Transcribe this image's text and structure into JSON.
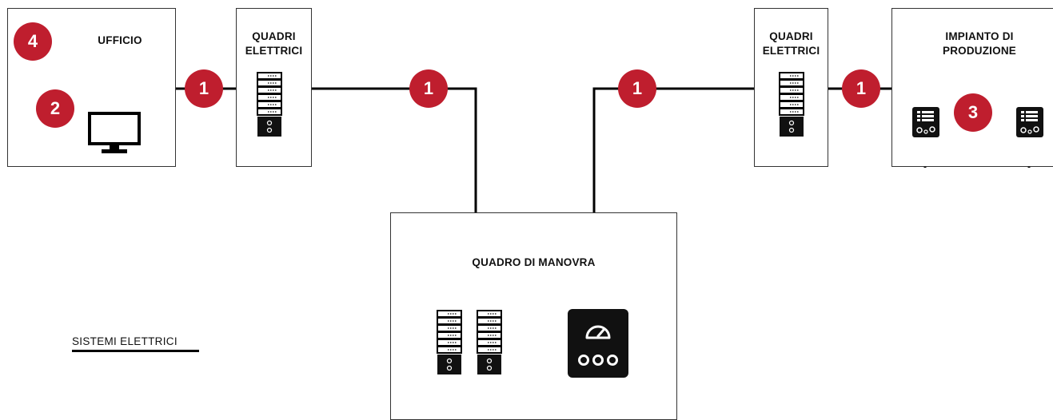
{
  "nodes": {
    "ufficio": {
      "title": "UFFICIO",
      "badge": "4",
      "screen_badge": "2"
    },
    "quadri_left": {
      "title_line1": "QUADRI",
      "title_line2": "ELETTRICI"
    },
    "quadri_right": {
      "title_line1": "QUADRI",
      "title_line2": "ELETTRICI"
    },
    "impianto": {
      "title_line1": "IMPIANTO DI",
      "title_line2": "PRODUZIONE",
      "badge": "3"
    },
    "manovra": {
      "title": "QUADRO DI MANOVRA"
    }
  },
  "connection_badges": [
    "1",
    "1",
    "1",
    "1"
  ],
  "legend": {
    "label": "SISTEMI ELETTRICI"
  },
  "colors": {
    "badge": "#bf1e2e",
    "line": "#000000",
    "border": "#333333"
  },
  "icons": [
    "monitor-icon",
    "server-rack-icon",
    "machine-panel-icon",
    "gauge-panel-icon"
  ]
}
